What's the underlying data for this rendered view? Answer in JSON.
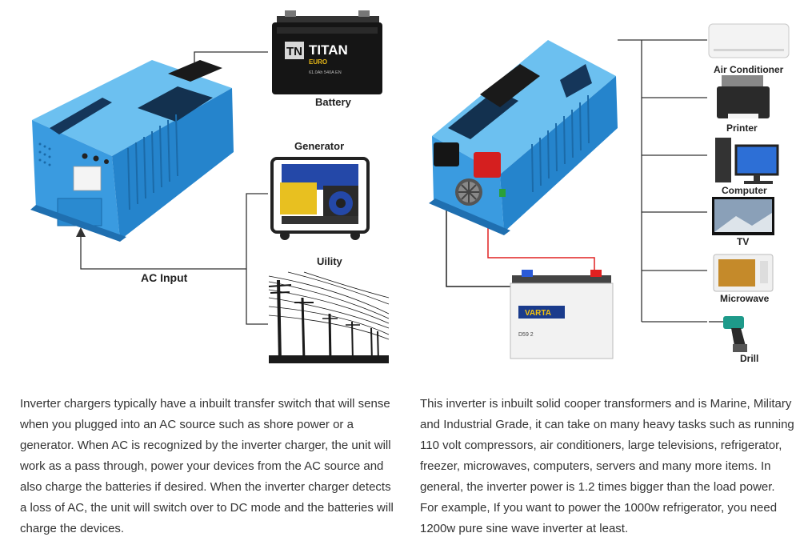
{
  "left_diagram": {
    "labels": {
      "battery": "Battery",
      "generator": "Generator",
      "utility": "Uility",
      "ac_input": "AC Input"
    },
    "battery_brand": {
      "logo": "TN",
      "name": "TITAN",
      "sub": "EURO",
      "specs": "61.0Ah 540A EN"
    }
  },
  "right_diagram": {
    "appliances": [
      "Air Conditioner",
      "Printer",
      "Computer",
      "TV",
      "Microwave",
      "Drill"
    ],
    "battery_brand": "VARTA",
    "battery_code": "D59 2",
    "colors": {
      "positive_cable": "#e02020",
      "negative_cable": "#222222"
    }
  },
  "colors": {
    "inverter_blue": "#2e8fd4",
    "inverter_dark": "#1f6fb0"
  },
  "text": {
    "left_paragraph": "Inverter chargers typically have a inbuilt transfer switch that will sense when you plugged into an AC source such as shore power or a generator. When AC is recognized by the inverter charger, the unit will work as a pass through, power your devices from the AC source and also charge the batteries if desired. When the inverter charger detects a loss of AC, the unit will switch over to DC mode and the batteries will charge the devices.",
    "right_paragraph": "This inverter is inbuilt solid cooper transformers and is Marine, Military and Industrial Grade, it can take on many heavy tasks such as running 110 volt compressors, air conditioners, large televisions, refrigerator, freezer, microwaves, computers, servers and many more items. In general, the inverter power is 1.2 times bigger than the load power. For example, If you want to power the 1000w refrigerator, you need 1200w pure sine wave inverter at least."
  }
}
